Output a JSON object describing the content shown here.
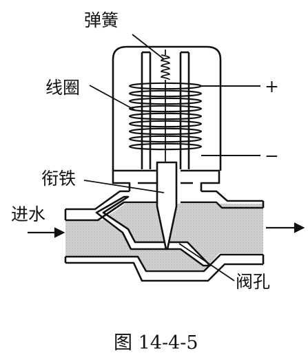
{
  "labels": {
    "spring": "弹簧",
    "coil": "线圈",
    "armature": "衔铁",
    "water_in": "进水",
    "valve_hole": "阀孔",
    "plus": "+",
    "minus": "−"
  },
  "caption": "图 14-4-5",
  "colors": {
    "line": "#111111",
    "water": "#d2d2d2",
    "paper": "#ffffff"
  }
}
